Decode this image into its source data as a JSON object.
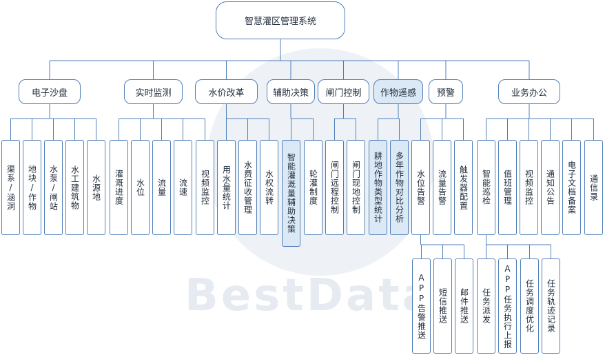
{
  "root": {
    "label": "智慧灌区管理系统"
  },
  "watermark": "BestData",
  "categories": [
    {
      "label": "电子沙盘",
      "highlight": false,
      "children": [
        {
          "label": "渠系/涵洞"
        },
        {
          "label": "地块/作物"
        },
        {
          "label": "水泵/闸站"
        },
        {
          "label": "水工建筑物"
        },
        {
          "label": "水源地"
        }
      ]
    },
    {
      "label": "实时监测",
      "highlight": false,
      "children": [
        {
          "label": "灌溉进度"
        },
        {
          "label": "水位"
        },
        {
          "label": "流量"
        },
        {
          "label": "流速"
        },
        {
          "label": "视频监控"
        }
      ]
    },
    {
      "label": "水价改革",
      "highlight": false,
      "children": [
        {
          "label": "用水量统计"
        },
        {
          "label": "水费征收管理"
        },
        {
          "label": "水权流转"
        }
      ]
    },
    {
      "label": "辅助决策",
      "highlight": false,
      "children": [
        {
          "label": "智能灌溉量辅助决策",
          "highlight": true
        },
        {
          "label": "轮灌制度"
        }
      ]
    },
    {
      "label": "闸门控制",
      "highlight": false,
      "children": [
        {
          "label": "闸门远程控制"
        },
        {
          "label": "闸门现地控制"
        }
      ]
    },
    {
      "label": "作物遥感",
      "highlight": true,
      "children": [
        {
          "label": "耕地作物类型统计",
          "highlight": true
        },
        {
          "label": "多年作物对比分析",
          "highlight": true
        }
      ]
    },
    {
      "label": "预警",
      "highlight": false,
      "children": [
        {
          "label": "水位告警",
          "children": [
            {
              "label": "APP告警推送"
            },
            {
              "label": "短信推送"
            },
            {
              "label": "邮件推送"
            }
          ]
        },
        {
          "label": "流量告警"
        },
        {
          "label": "触发器配置"
        }
      ]
    },
    {
      "label": "业务办公",
      "highlight": false,
      "children": [
        {
          "label": "智能巡检",
          "children": [
            {
              "label": "任务派发"
            },
            {
              "label": "APP任务执行上报"
            },
            {
              "label": "任务调度优化"
            },
            {
              "label": "任务轨迹记录"
            }
          ]
        },
        {
          "label": "值班管理"
        },
        {
          "label": "视频监控"
        },
        {
          "label": "通知公告"
        },
        {
          "label": "电子文档备案"
        },
        {
          "label": "通信录"
        }
      ]
    }
  ]
}
